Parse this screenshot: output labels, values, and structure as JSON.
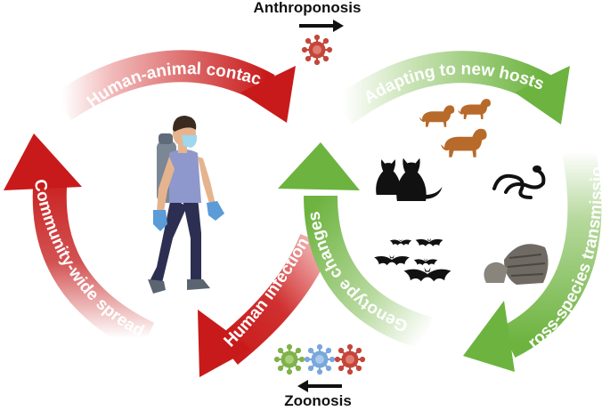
{
  "top_label": "Anthroponosis",
  "bottom_label": "Zoonosis",
  "left_cycle": {
    "color": "#c81a1a",
    "labels": {
      "top": "Human-animal contact",
      "left": "Community-wide spread",
      "bottom": "Human infection"
    }
  },
  "right_cycle": {
    "color": "#6db33f",
    "labels": {
      "top": "Adapting to new hosts",
      "right": "Cross-species transmission",
      "left": "Genotype changes"
    }
  },
  "icons": {
    "person": "hiker-with-mask-icon",
    "dogs": "dog-icon",
    "cats": "cat-icon",
    "snakes": "snake-icon",
    "bats": "bat-icon",
    "pangolins": "pangolin-icon",
    "virus": "virus-icon"
  },
  "virus_colors": [
    "#7fb24a",
    "#7aa7d9",
    "#c4463a"
  ]
}
